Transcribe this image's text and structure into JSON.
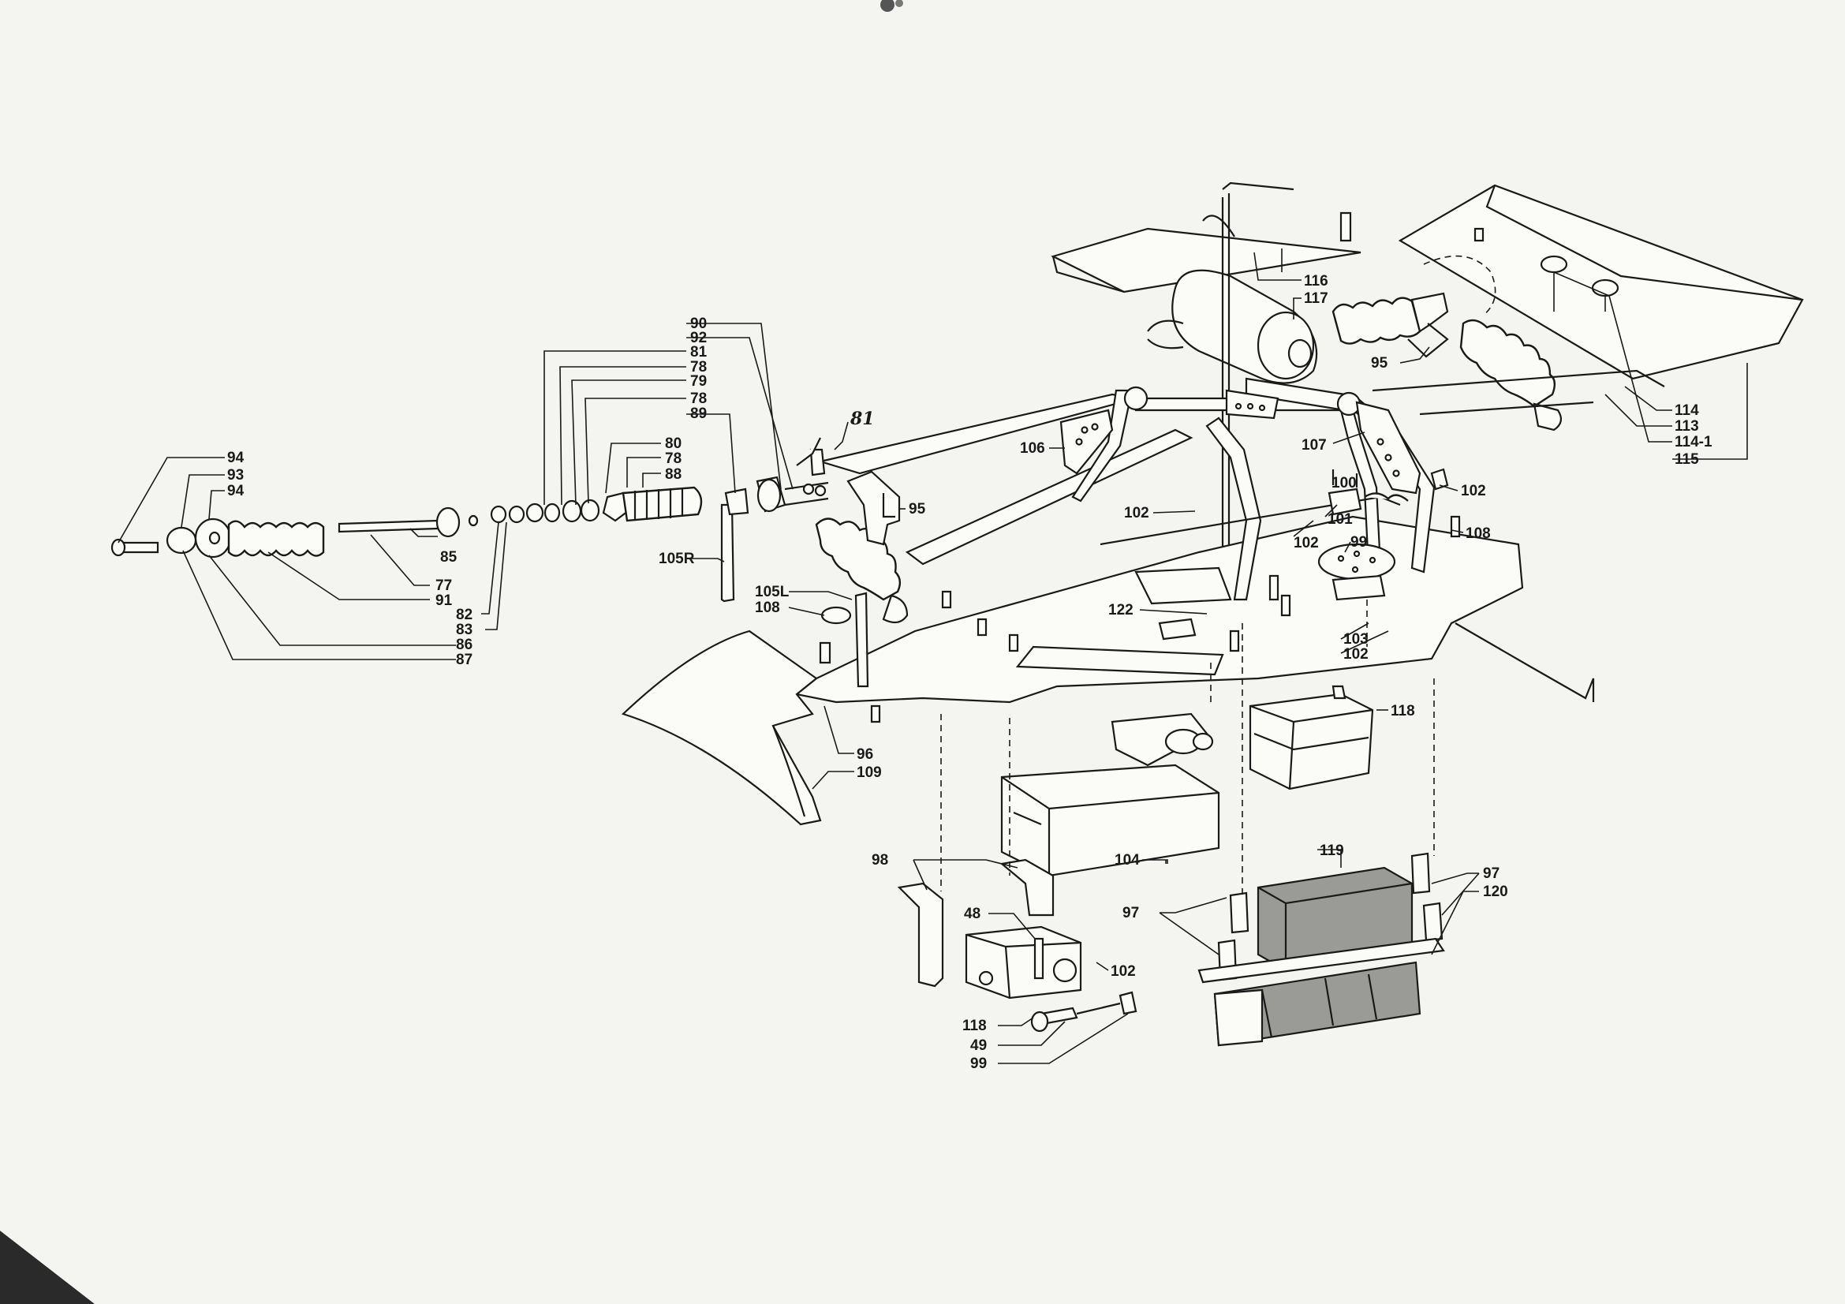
{
  "diagram": {
    "callouts": [
      {
        "id": "90",
        "text": "90"
      },
      {
        "id": "92",
        "text": "92"
      },
      {
        "id": "81",
        "text": "81"
      },
      {
        "id": "78a",
        "text": "78"
      },
      {
        "id": "79",
        "text": "79"
      },
      {
        "id": "78b",
        "text": "78"
      },
      {
        "id": "89",
        "text": "89"
      },
      {
        "id": "80",
        "text": "80"
      },
      {
        "id": "78c",
        "text": "78"
      },
      {
        "id": "88",
        "text": "88"
      },
      {
        "id": "94a",
        "text": "94"
      },
      {
        "id": "93",
        "text": "93"
      },
      {
        "id": "94b",
        "text": "94"
      },
      {
        "id": "85",
        "text": "85"
      },
      {
        "id": "77",
        "text": "77"
      },
      {
        "id": "91",
        "text": "91"
      },
      {
        "id": "82",
        "text": "82"
      },
      {
        "id": "83",
        "text": "83"
      },
      {
        "id": "86",
        "text": "86"
      },
      {
        "id": "87",
        "text": "87"
      },
      {
        "id": "81h",
        "text": "81"
      },
      {
        "id": "95a",
        "text": "95"
      },
      {
        "id": "105R",
        "text": "105R"
      },
      {
        "id": "105L",
        "text": "105L"
      },
      {
        "id": "108a",
        "text": "108"
      },
      {
        "id": "106",
        "text": "106"
      },
      {
        "id": "107",
        "text": "107"
      },
      {
        "id": "116",
        "text": "116"
      },
      {
        "id": "117",
        "text": "117"
      },
      {
        "id": "95b",
        "text": "95"
      },
      {
        "id": "114",
        "text": "114"
      },
      {
        "id": "113",
        "text": "113"
      },
      {
        "id": "114-1",
        "text": "114-1"
      },
      {
        "id": "115",
        "text": "115"
      },
      {
        "id": "100",
        "text": "100"
      },
      {
        "id": "102a",
        "text": "102"
      },
      {
        "id": "102b",
        "text": "102"
      },
      {
        "id": "102c",
        "text": "102"
      },
      {
        "id": "101",
        "text": "101"
      },
      {
        "id": "99a",
        "text": "99"
      },
      {
        "id": "108b",
        "text": "108"
      },
      {
        "id": "122",
        "text": "122"
      },
      {
        "id": "103",
        "text": "103"
      },
      {
        "id": "102d",
        "text": "102"
      },
      {
        "id": "118a",
        "text": "118"
      },
      {
        "id": "96",
        "text": "96"
      },
      {
        "id": "109",
        "text": "109"
      },
      {
        "id": "98",
        "text": "98"
      },
      {
        "id": "104",
        "text": "104"
      },
      {
        "id": "119",
        "text": "119"
      },
      {
        "id": "97a",
        "text": "97"
      },
      {
        "id": "120",
        "text": "120"
      },
      {
        "id": "48",
        "text": "48"
      },
      {
        "id": "97b",
        "text": "97"
      },
      {
        "id": "102e",
        "text": "102"
      },
      {
        "id": "118b",
        "text": "118"
      },
      {
        "id": "49",
        "text": "49"
      },
      {
        "id": "99b",
        "text": "99"
      }
    ]
  }
}
